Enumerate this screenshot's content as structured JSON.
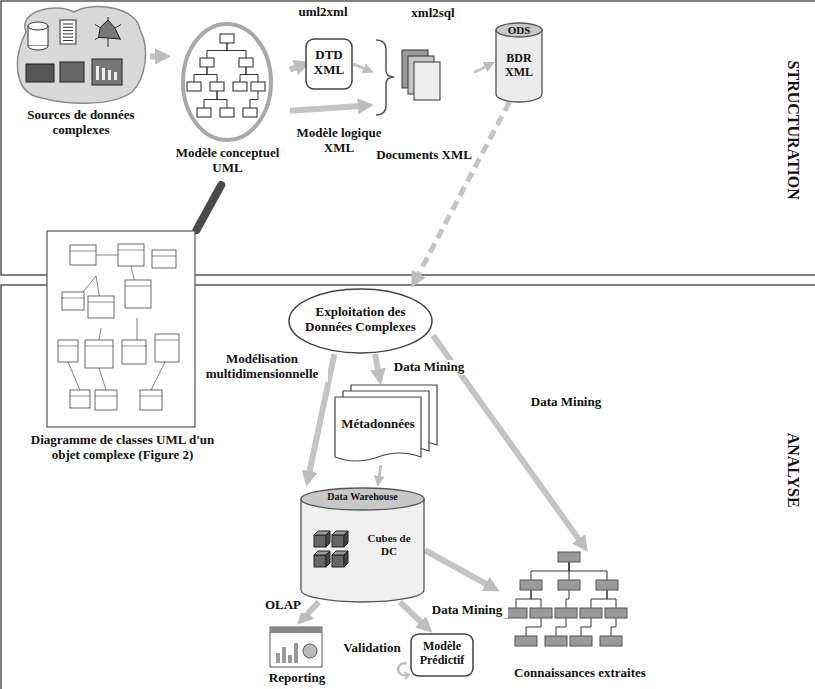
{
  "diagram": {
    "nodes": [
      {
        "text": [
          "Sources de données complexes"
        ]
      },
      {
        "text": [
          "Modèle conceptuel UML"
        ]
      },
      {
        "text": [
          "DTD XML"
        ]
      },
      {
        "text": [
          "Documents XML"
        ]
      },
      {
        "text": [
          "ODS",
          "BDR XML"
        ]
      },
      {
        "text": [
          "Exploitation des Données Complexes"
        ]
      },
      {
        "text": [
          "Diagramme de classes UML d'un objet complexe (Figure 2)"
        ]
      },
      {
        "text": [
          "Métadonnées"
        ]
      },
      {
        "text": [
          "Data Warehouse",
          "Cubes de DC"
        ]
      },
      {
        "text": [
          "Reporting"
        ]
      },
      {
        "text": [
          "Modèle Prédictif"
        ]
      },
      {
        "text": [
          "Connaissances extraites"
        ]
      }
    ],
    "edges": [
      {
        "from": 0,
        "to": 1,
        "arrow": "to"
      },
      {
        "from": 1,
        "to": 2,
        "arrow": "to"
      },
      {
        "from": 1,
        "to": 3,
        "arrow": "to"
      },
      {
        "from": 2,
        "to": 3,
        "arrow": "to"
      },
      {
        "from": 3,
        "to": 4,
        "arrow": "to"
      },
      {
        "from": 4,
        "to": 5,
        "arrow": "to"
      },
      {
        "from": 1,
        "to": 6,
        "arrow": "none"
      },
      {
        "from": 5,
        "to": 8,
        "label": "Modélisation multidimensionnelle",
        "arrow": "to"
      },
      {
        "from": 5,
        "to": 7,
        "label": "Data Mining",
        "arrow": "to"
      },
      {
        "from": 7,
        "to": 8,
        "arrow": "to"
      },
      {
        "from": 5,
        "to": 11,
        "label": "Data Mining",
        "arrow": "to"
      },
      {
        "from": 8,
        "to": 11,
        "label": "Data Mining",
        "arrow": "to"
      },
      {
        "from": 8,
        "to": 9,
        "label": "OLAP",
        "arrow": "to"
      },
      {
        "from": 8,
        "to": 10,
        "arrow": "to"
      }
    ],
    "labels": [
      "uml2xml",
      "Modèle logique XML",
      "xml2sql",
      "STRUCTURATION",
      "ANALYSE",
      "Validation"
    ]
  }
}
